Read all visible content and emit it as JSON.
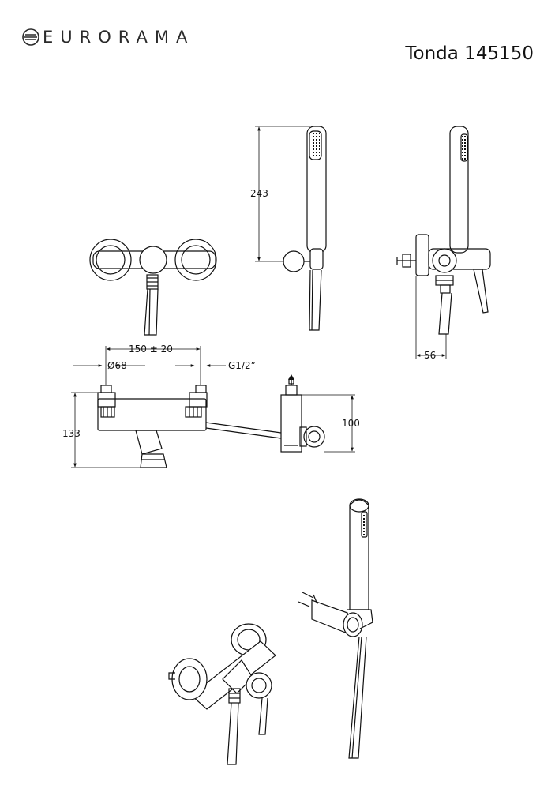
{
  "brand": {
    "name": "EURORAMA",
    "icon": "eurorama-logo-icon"
  },
  "product": {
    "title": "Tonda 145150"
  },
  "dimensions": {
    "handshower_height": "243",
    "wall_offset": "56",
    "spacing": "150 ± 20",
    "rosette_diameter": "Ø68",
    "connection": "G1/2”",
    "mixer_height": "133",
    "holder_height": "100"
  }
}
